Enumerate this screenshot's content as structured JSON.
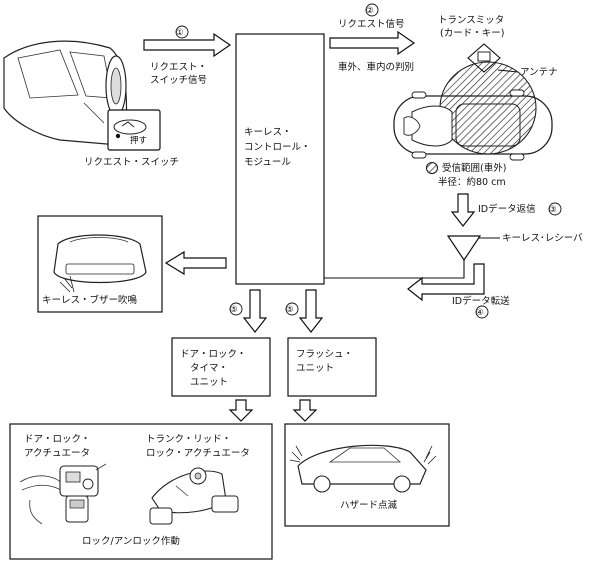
{
  "steps": {
    "s1": "①",
    "s2": "②",
    "s3": "③",
    "s4": "④",
    "s5a": "⑤",
    "s5b": "⑤"
  },
  "labels": {
    "request_switch_signal_l1": "リクエスト・",
    "request_switch_signal_l2": "スイッチ信号",
    "request_signal": "リクエスト信号",
    "transmitter_l1": "トランスミッタ",
    "transmitter_l2": "(カード・キー)",
    "antenna": "アンテナ",
    "judge": "車外、車内の判別",
    "reception_range": "受信範囲(車外)",
    "radius": "半径：約80 cm",
    "id_reply": "IDデータ返信",
    "id_transfer": "IDデータ転送",
    "keyless_receiver": "キーレス･レシーバ",
    "push": "押す",
    "request_switch": "リクエスト・スイッチ",
    "module_l1": "キーレス・",
    "module_l2": "コントロール・",
    "module_l3": "モジュール",
    "buzzer": "キーレス・ブザー吹鳴",
    "door_lock_timer_l1": "ドア・ロック・",
    "door_lock_timer_l2": "タイマ・",
    "door_lock_timer_l3": "ユニット",
    "flasher_l1": "フラッシュ・",
    "flasher_l2": "ユニット",
    "door_actuator_l1": "ドア・ロック・",
    "door_actuator_l2": "アクチュエータ",
    "trunk_actuator_l1": "トランク・リッド・",
    "trunk_actuator_l2": "ロック・アクチュエータ",
    "lock_unlock": "ロック/アンロック作動",
    "hazard": "ハザード点滅"
  }
}
